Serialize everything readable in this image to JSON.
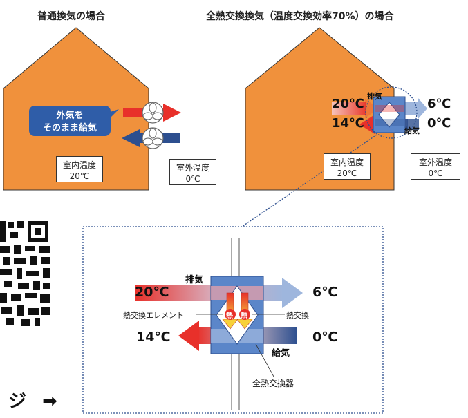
{
  "left": {
    "title": "普通換気の場合",
    "callout_line1": "外気を",
    "callout_line2": "そのまま給気",
    "indoor_label": "室内温度",
    "indoor_temp": "20℃",
    "outdoor_label": "室外温度",
    "outdoor_temp": "0℃"
  },
  "right": {
    "title": "全熱交換換気（温度交換効率70%）の場合",
    "temp_in_exhaust": "20℃",
    "temp_in_supply": "14℃",
    "temp_out_exhaust": "6℃",
    "temp_out_supply": "0℃",
    "exhaust_label": "排気",
    "supply_label": "給気",
    "indoor_label": "室内温度",
    "indoor_temp": "20℃",
    "outdoor_label": "室外温度",
    "outdoor_temp": "0℃"
  },
  "detail": {
    "temp_in_exhaust": "20℃",
    "temp_out_exhaust": "6℃",
    "temp_in_supply": "14℃",
    "temp_out_supply": "0℃",
    "exhaust_label": "排気",
    "supply_label": "給気",
    "element_label": "熱交換エレメント",
    "heat_exchange_label": "熱交換",
    "heat_glyph": "熱",
    "exchanger_label": "全熱交換器"
  },
  "bottom": {
    "link_text": "ジ",
    "arrow_glyph": "➡"
  },
  "colors": {
    "house_fill": "#f0913c",
    "arrow_red": "#e8302a",
    "arrow_blue": "#2d4f8f",
    "exchanger_blue": "#4f7fc7",
    "callout_bg": "#2f5da8"
  }
}
